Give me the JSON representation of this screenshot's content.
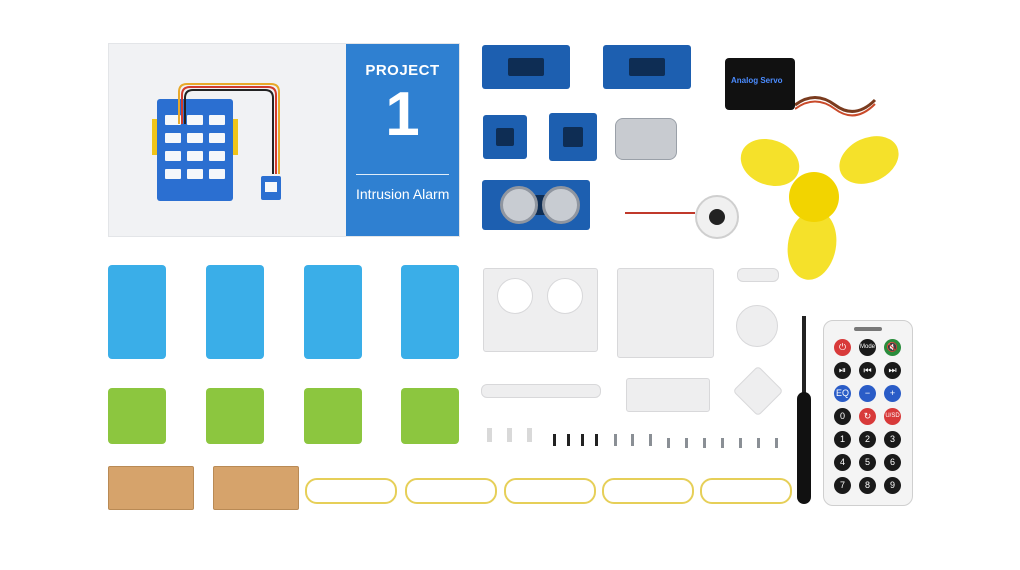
{
  "project_card": {
    "label": "PROJECT",
    "number": "1",
    "title": "Intrusion Alarm"
  },
  "servo": {
    "label": "Analog Servo"
  },
  "remote": {
    "buttons": [
      {
        "label": "⏻",
        "color": "#d83a3a"
      },
      {
        "label": "Mode",
        "color": "#1a1a1a"
      },
      {
        "label": "🔇",
        "color": "#2a8c3c"
      },
      {
        "label": "⏯",
        "color": "#1a1a1a"
      },
      {
        "label": "⏮",
        "color": "#1a1a1a"
      },
      {
        "label": "⏭",
        "color": "#1a1a1a"
      },
      {
        "label": "EQ",
        "color": "#2a5cc7"
      },
      {
        "label": "−",
        "color": "#2a5cc7"
      },
      {
        "label": "+",
        "color": "#2a5cc7"
      },
      {
        "label": "0",
        "color": "#1a1a1a"
      },
      {
        "label": "↻",
        "color": "#d83a3a"
      },
      {
        "label": "U/SD",
        "color": "#d83a3a"
      },
      {
        "label": "1",
        "color": "#1a1a1a"
      },
      {
        "label": "2",
        "color": "#1a1a1a"
      },
      {
        "label": "3",
        "color": "#1a1a1a"
      },
      {
        "label": "4",
        "color": "#1a1a1a"
      },
      {
        "label": "5",
        "color": "#1a1a1a"
      },
      {
        "label": "6",
        "color": "#1a1a1a"
      },
      {
        "label": "7",
        "color": "#1a1a1a"
      },
      {
        "label": "8",
        "color": "#1a1a1a"
      },
      {
        "label": "9",
        "color": "#1a1a1a"
      }
    ]
  }
}
